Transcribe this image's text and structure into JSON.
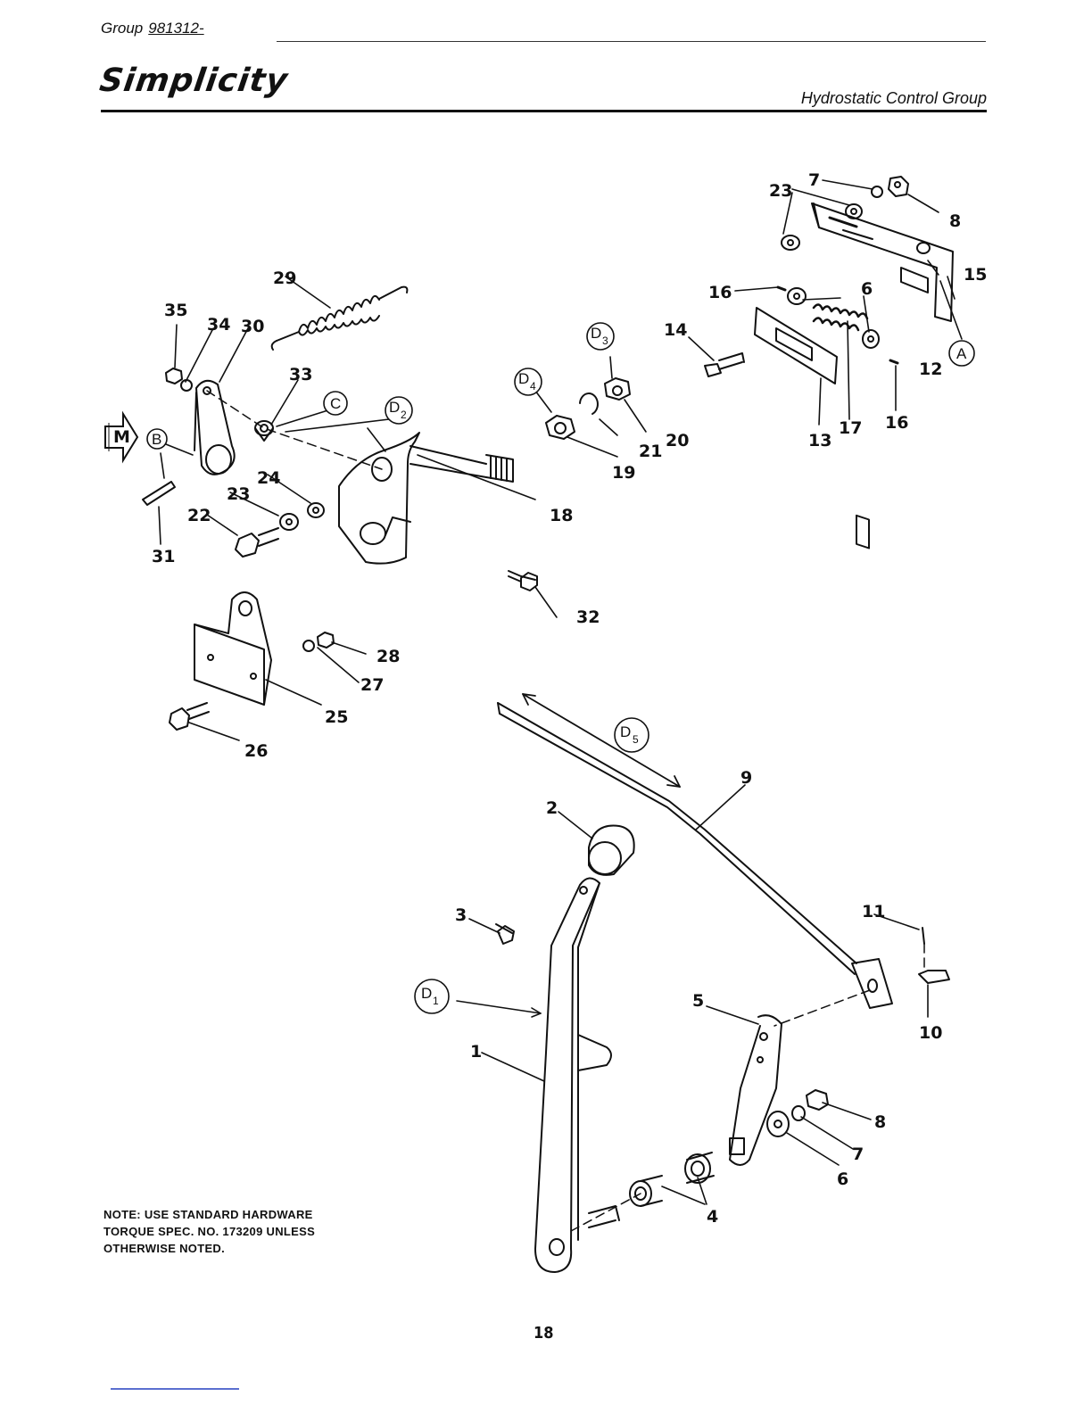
{
  "header": {
    "group_label": "Group",
    "group_number": "981312-",
    "brand": "Simplicity",
    "section_title": "Hydrostatic Control Group"
  },
  "callouts": [
    {
      "id": "c1",
      "label": "1"
    },
    {
      "id": "c2",
      "label": "2"
    },
    {
      "id": "c3",
      "label": "3"
    },
    {
      "id": "c4",
      "label": "4"
    },
    {
      "id": "c5",
      "label": "5"
    },
    {
      "id": "c6a",
      "label": "6"
    },
    {
      "id": "c6b",
      "label": "6"
    },
    {
      "id": "c7a",
      "label": "7"
    },
    {
      "id": "c7b",
      "label": "7"
    },
    {
      "id": "c8a",
      "label": "8"
    },
    {
      "id": "c8b",
      "label": "8"
    },
    {
      "id": "c9",
      "label": "9"
    },
    {
      "id": "c10",
      "label": "10"
    },
    {
      "id": "c11",
      "label": "11"
    },
    {
      "id": "c12",
      "label": "12"
    },
    {
      "id": "c13",
      "label": "13"
    },
    {
      "id": "c14",
      "label": "14"
    },
    {
      "id": "c15",
      "label": "15"
    },
    {
      "id": "c16a",
      "label": "16"
    },
    {
      "id": "c16b",
      "label": "16"
    },
    {
      "id": "c17",
      "label": "17"
    },
    {
      "id": "c18",
      "label": "18"
    },
    {
      "id": "c19",
      "label": "19"
    },
    {
      "id": "c20",
      "label": "20"
    },
    {
      "id": "c21",
      "label": "21"
    },
    {
      "id": "c22",
      "label": "22"
    },
    {
      "id": "c23a",
      "label": "23"
    },
    {
      "id": "c23b",
      "label": "23"
    },
    {
      "id": "c24",
      "label": "24"
    },
    {
      "id": "c25",
      "label": "25"
    },
    {
      "id": "c26",
      "label": "26"
    },
    {
      "id": "c27",
      "label": "27"
    },
    {
      "id": "c28",
      "label": "28"
    },
    {
      "id": "c29",
      "label": "29"
    },
    {
      "id": "c30",
      "label": "30"
    },
    {
      "id": "c31",
      "label": "31"
    },
    {
      "id": "c32",
      "label": "32"
    },
    {
      "id": "c33",
      "label": "33"
    },
    {
      "id": "c34",
      "label": "34"
    },
    {
      "id": "c35",
      "label": "35"
    }
  ],
  "circle_labels": {
    "A": "A",
    "B": "B",
    "C": "C",
    "M": "M",
    "D": "D",
    "D1": "1",
    "D2": "2",
    "D3": "3",
    "D4": "4",
    "D5": "5"
  },
  "note": {
    "line1": "NOTE:  USE STANDARD HARDWARE",
    "line2": "TORQUE SPEC. NO. 173209 UNLESS",
    "line3": "OTHERWISE NOTED."
  },
  "footer": {
    "page_number": "18"
  }
}
